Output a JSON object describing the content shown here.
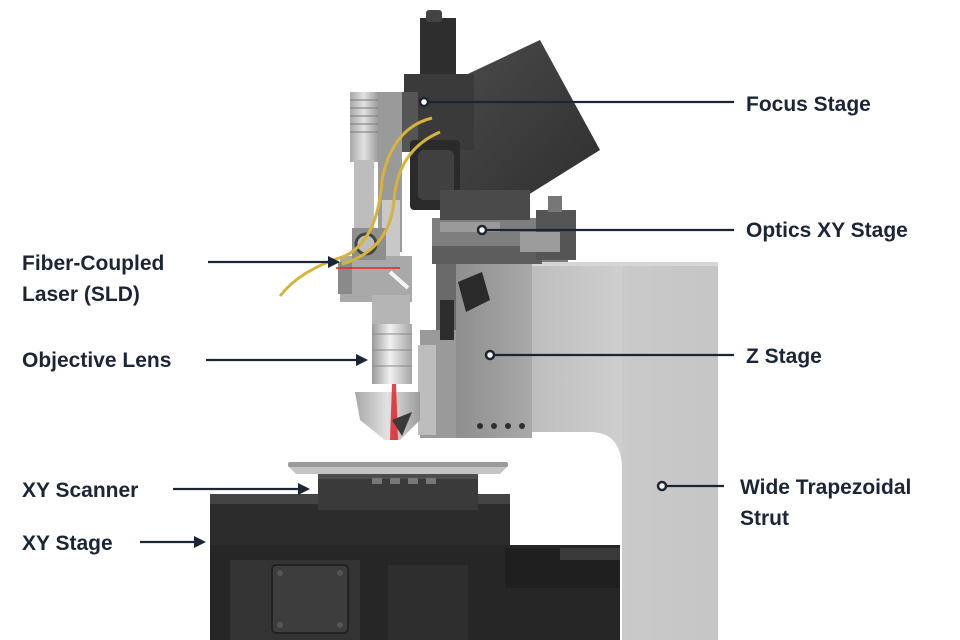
{
  "labels": {
    "focus_stage": "Focus Stage",
    "optics_xy_stage": "Optics XY Stage",
    "fiber_laser_line1": "Fiber-Coupled",
    "fiber_laser_line2": "Laser (SLD)",
    "objective_lens": "Objective Lens",
    "z_stage": "Z Stage",
    "wide_strut_line1": "Wide Trapezoidal",
    "wide_strut_line2": "Strut",
    "xy_scanner": "XY Scanner",
    "xy_stage": "XY Stage"
  },
  "colors": {
    "label_text": "#1c2536",
    "leader_line": "#1c2536",
    "strut": "#c9c9c9",
    "dark_body": "#3c3c3c",
    "fiber": "#d6b43a",
    "laser": "#e0262b"
  }
}
